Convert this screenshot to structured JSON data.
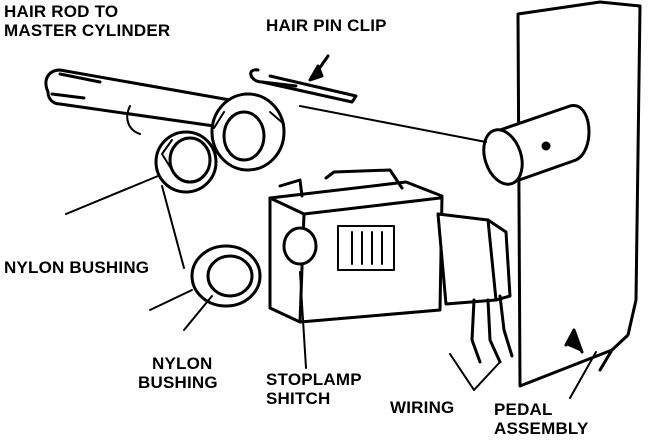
{
  "labels": {
    "hair_rod": [
      "HAIR ROD TO",
      "MASTER CYLINDER"
    ],
    "hair_pin_clip": "HAIR PIN CLIP",
    "nylon_bushing_1": "NYLON BUSHING",
    "nylon_bushing_2": [
      "NYLON",
      "BUSHING"
    ],
    "stoplamp_switch": [
      "STOPLAMP",
      "SHITCH"
    ],
    "wiring": "WIRING",
    "pedal_assembly": [
      "PEDAL",
      "ASSEMBLY"
    ]
  },
  "colors": {
    "ink": "#000000",
    "paper": "#ffffff"
  }
}
